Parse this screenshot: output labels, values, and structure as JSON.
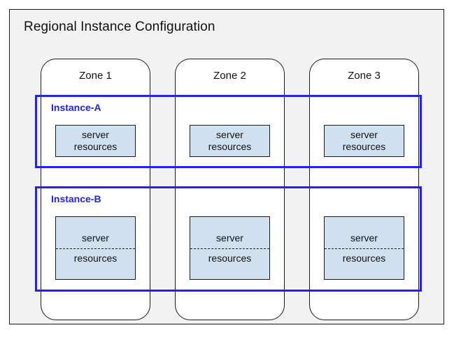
{
  "region": {
    "title": "Regional Instance Configuration"
  },
  "zones": [
    {
      "label": "Zone 1"
    },
    {
      "label": "Zone 2"
    },
    {
      "label": "Zone 3"
    }
  ],
  "instances": [
    {
      "label": "Instance-A",
      "resources": [
        {
          "line1": "server",
          "line2": "resources"
        },
        {
          "line1": "server",
          "line2": "resources"
        },
        {
          "line1": "server",
          "line2": "resources"
        }
      ]
    },
    {
      "label": "Instance-B",
      "resources": [
        {
          "line1": "server",
          "line2": "resources"
        },
        {
          "line1": "server",
          "line2": "resources"
        },
        {
          "line1": "server",
          "line2": "resources"
        }
      ]
    }
  ],
  "colors": {
    "instance_outline": "#2222ee",
    "resource_fill": "#cfe0f0",
    "frame_background": "#f2f2f2",
    "stroke": "#1a1a1a"
  }
}
